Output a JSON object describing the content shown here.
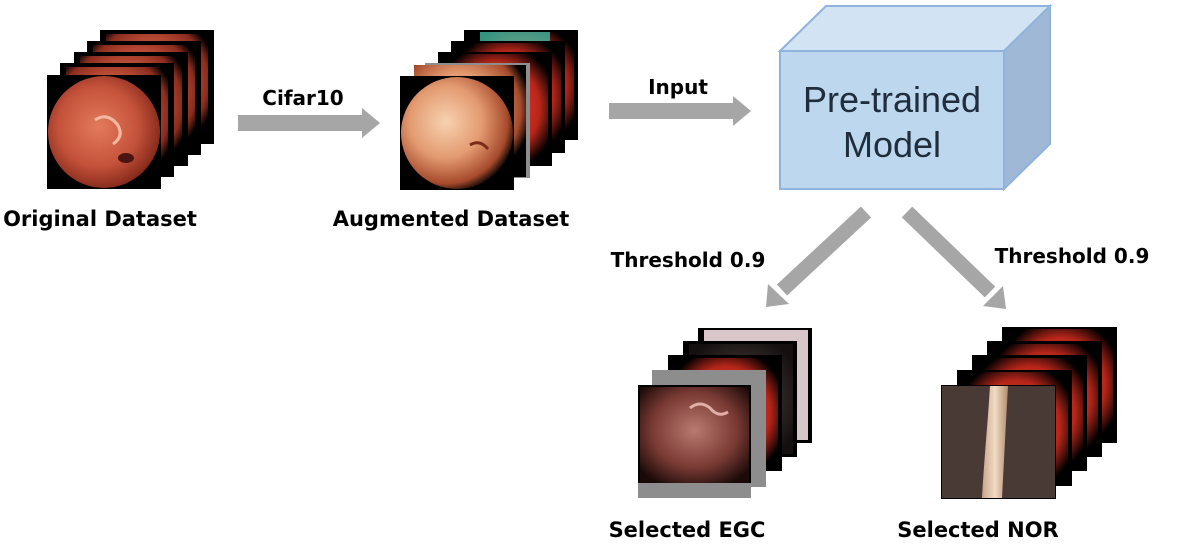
{
  "datasets": {
    "original": "Original Dataset",
    "augmented": "Augmented Dataset",
    "selected_egc": "Selected EGC",
    "selected_nor": "Selected NOR"
  },
  "arrows": {
    "augment_label": "Cifar10",
    "input_label": "Input",
    "threshold_left": "Threshold 0.9",
    "threshold_right": "Threshold 0.9"
  },
  "model": {
    "line1": "Pre-trained",
    "line2": "Model"
  },
  "colors": {
    "arrow": "#a6a6a6",
    "cube_front": "#bdd7ee",
    "cube_top": "#d2e3f4",
    "cube_side": "#9fb8d6",
    "cube_edge": "#8fb3dc"
  }
}
